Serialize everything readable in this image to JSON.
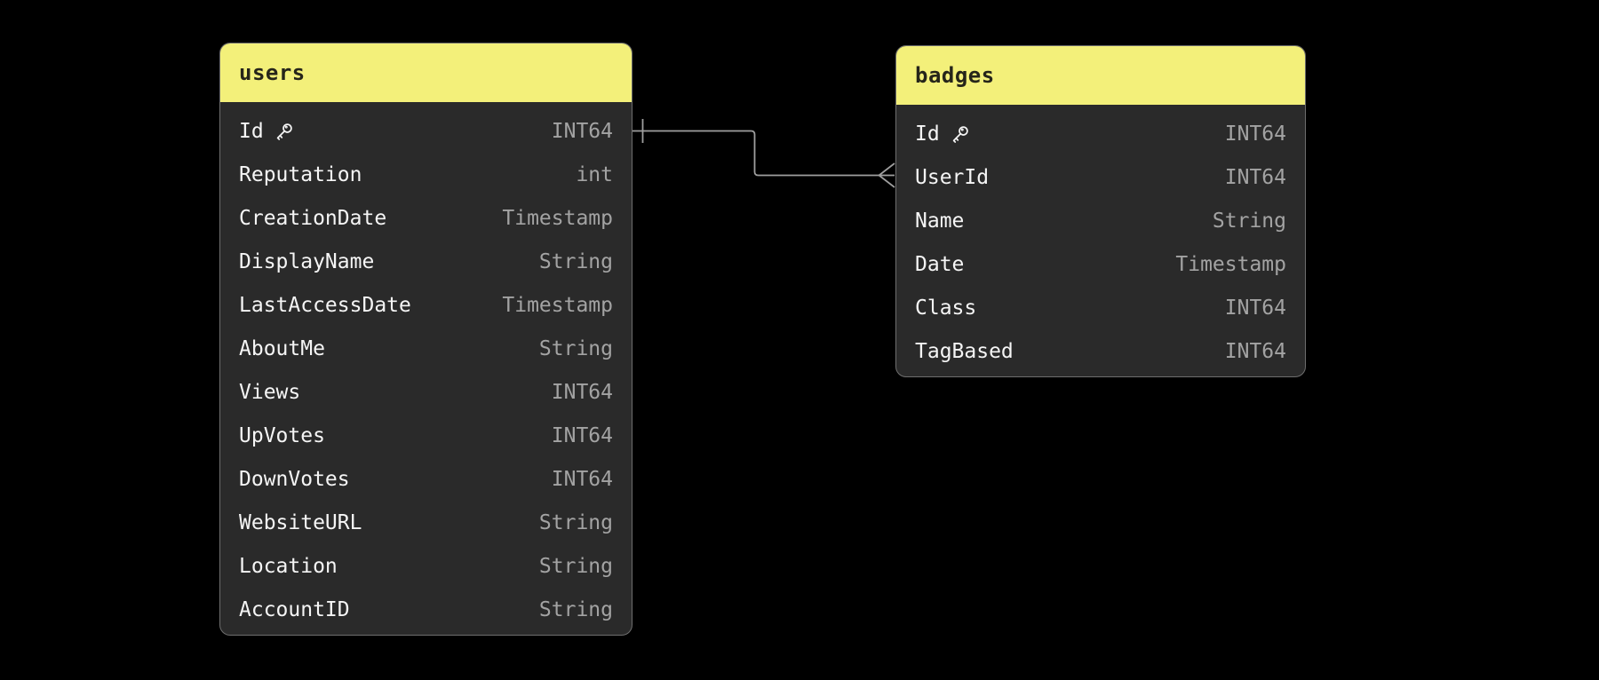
{
  "theme": {
    "canvas_color": "#000000",
    "header_color": "#f3f07a",
    "body_color": "#2a2a2a",
    "border_color": "#6e6e6e",
    "field_name_color": "#f5f5f5",
    "field_type_color": "#a3a3a3",
    "title_color": "#26251a",
    "connector_color": "#9e9e9e"
  },
  "tables": [
    {
      "title": "users",
      "fields": [
        {
          "name": "Id",
          "type": "INT64",
          "primary_key": true
        },
        {
          "name": "Reputation",
          "type": "int"
        },
        {
          "name": "CreationDate",
          "type": "Timestamp"
        },
        {
          "name": "DisplayName",
          "type": "String"
        },
        {
          "name": "LastAccessDate",
          "type": "Timestamp"
        },
        {
          "name": "AboutMe",
          "type": "String"
        },
        {
          "name": "Views",
          "type": "INT64"
        },
        {
          "name": "UpVotes",
          "type": "INT64"
        },
        {
          "name": "DownVotes",
          "type": "INT64"
        },
        {
          "name": "WebsiteURL",
          "type": "String"
        },
        {
          "name": "Location",
          "type": "String"
        },
        {
          "name": "AccountID",
          "type": "String"
        }
      ]
    },
    {
      "title": "badges",
      "fields": [
        {
          "name": "Id",
          "type": "INT64",
          "primary_key": true
        },
        {
          "name": "UserId",
          "type": "INT64"
        },
        {
          "name": "Name",
          "type": "String"
        },
        {
          "name": "Date",
          "type": "Timestamp"
        },
        {
          "name": "Class",
          "type": "INT64"
        },
        {
          "name": "TagBased",
          "type": "INT64"
        }
      ]
    }
  ],
  "relationships": [
    {
      "from_table": "users",
      "from_field": "Id",
      "from_cardinality": "one",
      "to_table": "badges",
      "to_field": "UserId",
      "to_cardinality": "many"
    }
  ]
}
